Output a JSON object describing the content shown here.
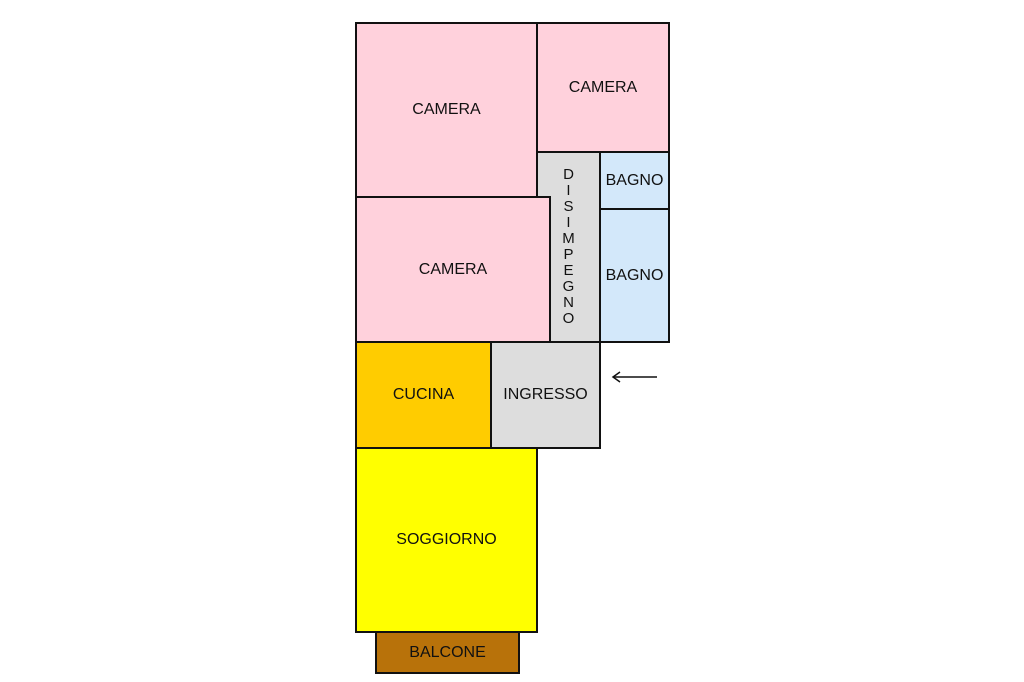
{
  "rooms": {
    "camera_top_left": {
      "label": "CAMERA",
      "color": "#FFD1DC"
    },
    "camera_top_right": {
      "label": "CAMERA",
      "color": "#FFD1DC"
    },
    "camera_middle": {
      "label": "CAMERA",
      "color": "#FFD1DC"
    },
    "disimpegno": {
      "label": "DISIMPEGNO",
      "color": "#DDDDDD"
    },
    "bagno_small": {
      "label": "BAGNO",
      "color": "#D3E8FA"
    },
    "bagno_large": {
      "label": "BAGNO",
      "color": "#D3E8FA"
    },
    "cucina": {
      "label": "CUCINA",
      "color": "#FFCC00"
    },
    "ingresso": {
      "label": "INGRESSO",
      "color": "#DDDDDD"
    },
    "soggiorno": {
      "label": "SOGGIORNO",
      "color": "#FFFF00"
    },
    "balcone": {
      "label": "BALCONE",
      "color": "#B8720A"
    }
  },
  "entrance_arrow_icon": "left-arrow"
}
